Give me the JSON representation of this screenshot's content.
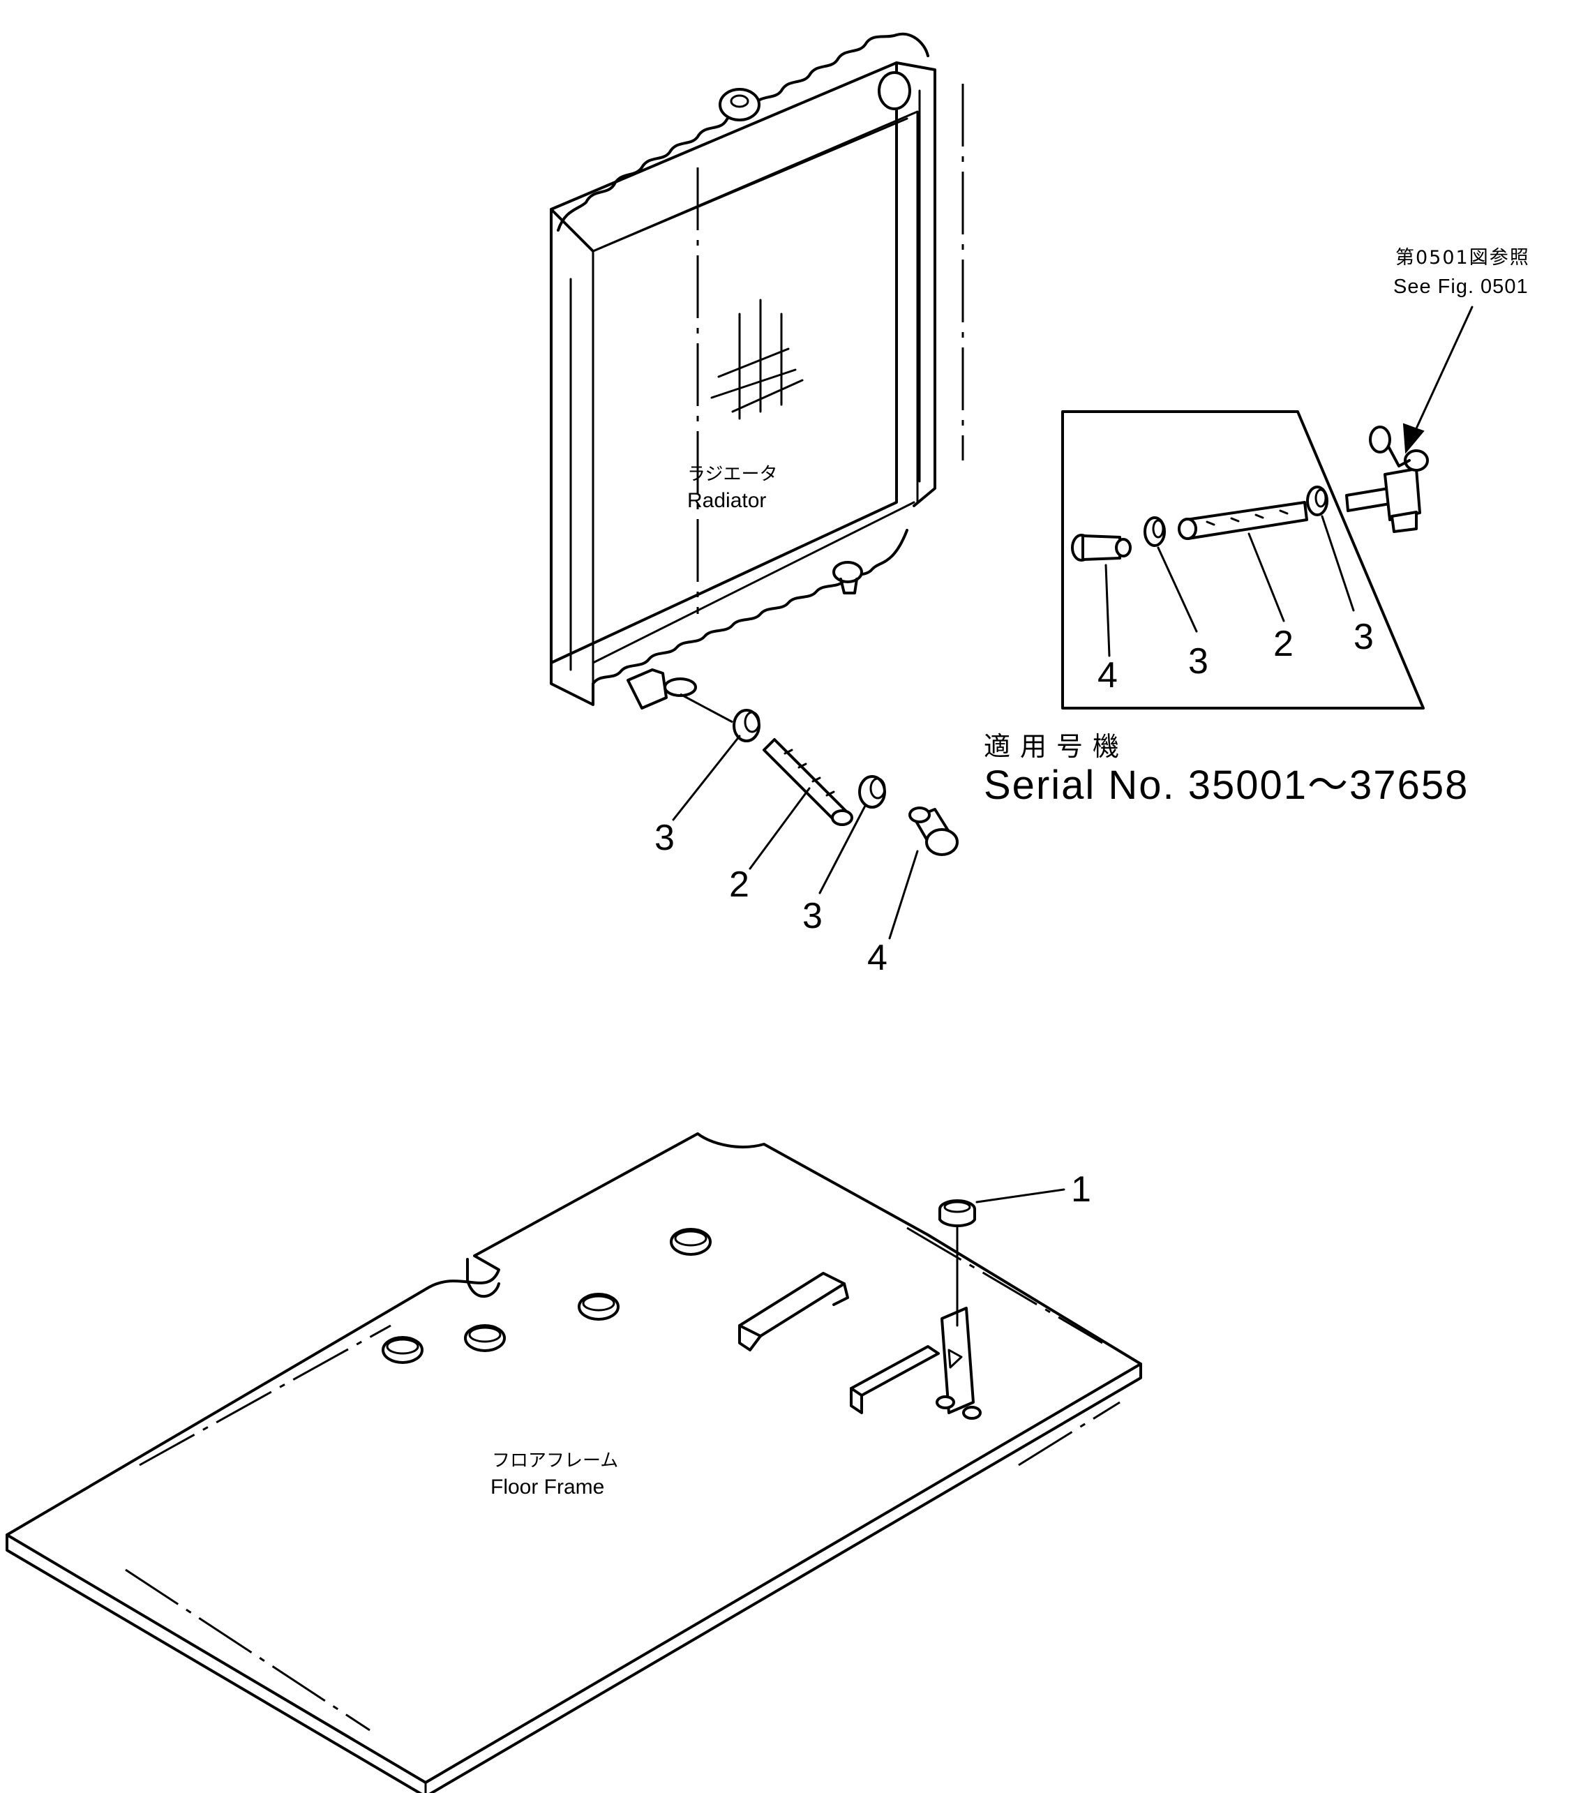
{
  "labels": {
    "radiator_jp": "ラジエータ",
    "radiator_en": "Radiator",
    "floor_frame_jp": "フロアフレーム",
    "floor_frame_en": "Floor Frame",
    "see_fig_jp": "第0501図参照",
    "see_fig_en": "See Fig. 0501",
    "serial_jp": "適用号機",
    "serial_en": "Serial No. 35001～37658"
  },
  "callouts": {
    "main_clamp_upper": "3",
    "main_hose": "2",
    "main_clamp_lower": "3",
    "main_plug": "4",
    "inset_plug": "4",
    "inset_clamp_left": "3",
    "inset_hose": "2",
    "inset_clamp_right": "3",
    "floor_grommet": "1"
  }
}
